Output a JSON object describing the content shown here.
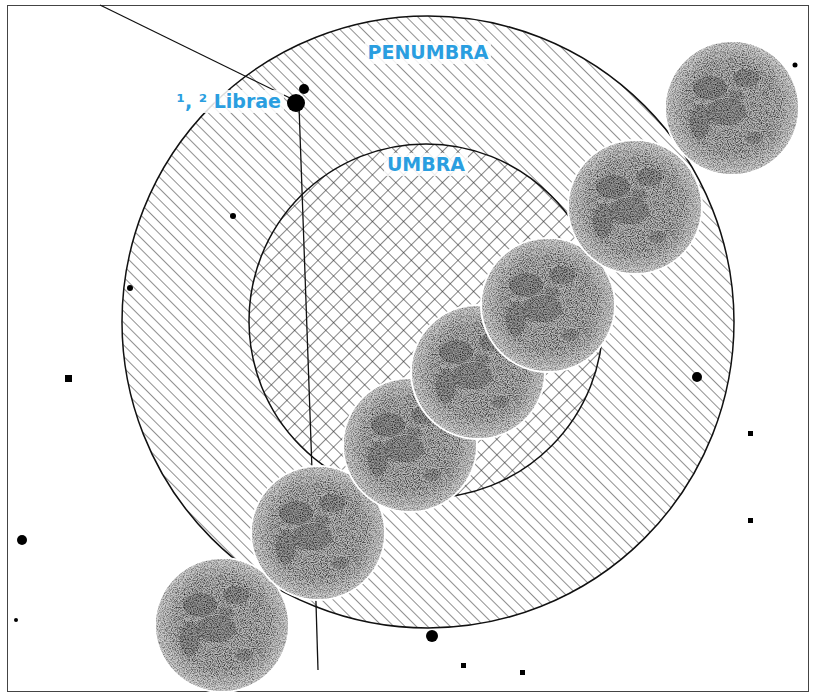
{
  "diagram": {
    "nodes": [
      {
        "text": [
          "PENUMBRA"
        ]
      },
      {
        "text": [
          "UMBRA"
        ],
        "in": 0
      }
    ],
    "labels": [
      "¹, ² Librae"
    ]
  }
}
